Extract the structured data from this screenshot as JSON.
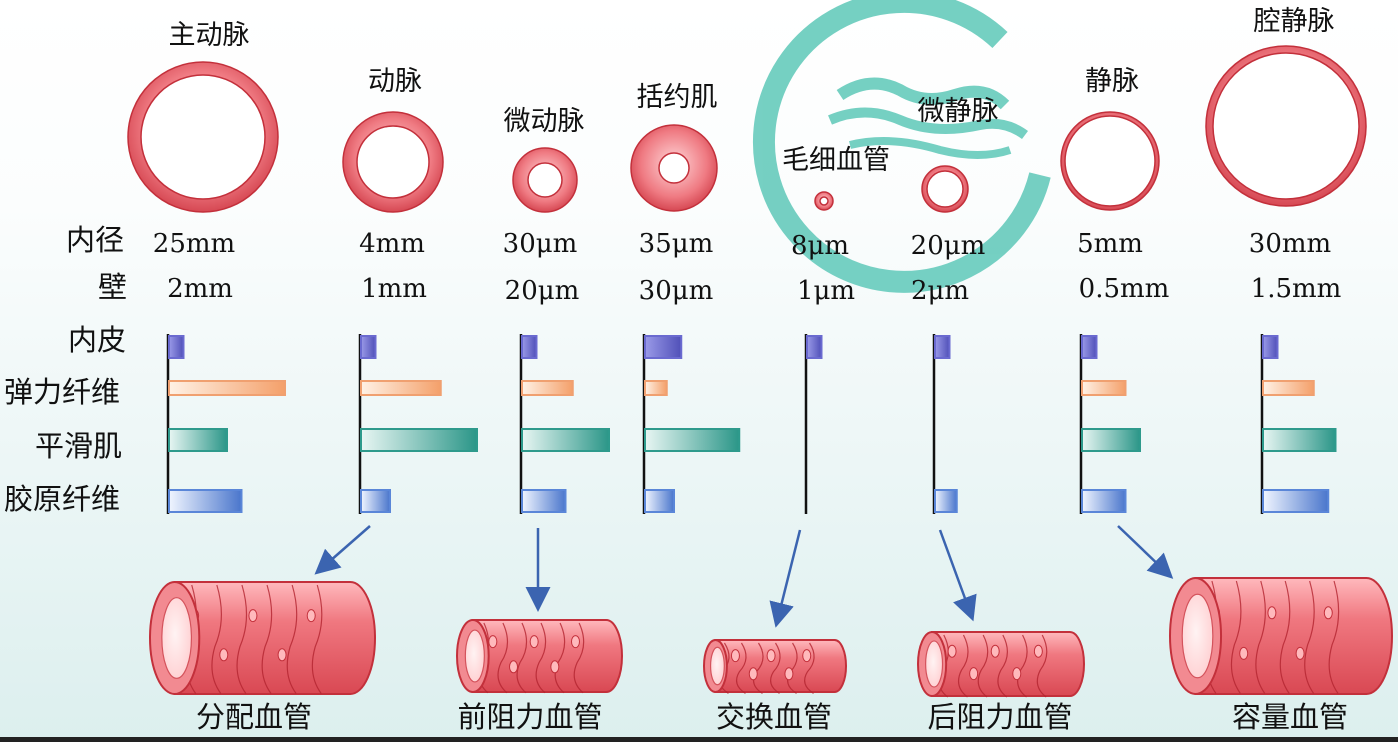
{
  "row_labels": {
    "diameter": "内径",
    "wall": "壁",
    "endothelium": "内皮",
    "elastic_fiber": "弹力纤维",
    "smooth_muscle": "平滑肌",
    "collagen_fiber": "胶原纤维"
  },
  "vessels": [
    {
      "name": "主动脉",
      "diameter": "25mm",
      "wall": "2mm",
      "relative_amounts": {
        "endothelium": 1,
        "elastic_fiber": 8,
        "smooth_muscle": 4,
        "collagen_fiber": 5
      }
    },
    {
      "name": "动脉",
      "diameter": "4mm",
      "wall": "1mm",
      "relative_amounts": {
        "endothelium": 1,
        "elastic_fiber": 5.5,
        "smooth_muscle": 8,
        "collagen_fiber": 2
      }
    },
    {
      "name": "微动脉",
      "diameter": "30μm",
      "wall": "20μm",
      "relative_amounts": {
        "endothelium": 1,
        "elastic_fiber": 3.5,
        "smooth_muscle": 6,
        "collagen_fiber": 3
      }
    },
    {
      "name": "括约肌",
      "diameter": "35μm",
      "wall": "30μm",
      "relative_amounts": {
        "endothelium": 2.5,
        "elastic_fiber": 1.5,
        "smooth_muscle": 6.5,
        "collagen_fiber": 2
      }
    },
    {
      "name": "毛细血管",
      "diameter": "8μm",
      "wall": "1μm",
      "relative_amounts": {
        "endothelium": 1,
        "elastic_fiber": 0,
        "smooth_muscle": 0,
        "collagen_fiber": 0
      }
    },
    {
      "name": "微静脉",
      "diameter": "20μm",
      "wall": "2μm",
      "relative_amounts": {
        "endothelium": 1,
        "elastic_fiber": 0,
        "smooth_muscle": 0,
        "collagen_fiber": 1.5
      }
    },
    {
      "name": "静脉",
      "diameter": "5mm",
      "wall": "0.5mm",
      "relative_amounts": {
        "endothelium": 1,
        "elastic_fiber": 3,
        "smooth_muscle": 4,
        "collagen_fiber": 3
      }
    },
    {
      "name": "腔静脉",
      "diameter": "30mm",
      "wall": "1.5mm",
      "relative_amounts": {
        "endothelium": 1,
        "elastic_fiber": 3.5,
        "smooth_muscle": 5,
        "collagen_fiber": 4.5
      }
    }
  ],
  "functional_groups": [
    {
      "name": "分配血管"
    },
    {
      "name": "前阻力血管"
    },
    {
      "name": "交换血管"
    },
    {
      "name": "后阻力血管"
    },
    {
      "name": "容量血管"
    }
  ],
  "colors": {
    "vessel_wall": "#e65f69",
    "vessel_outline": "#c3303b",
    "endothelium": "#6a6ad0",
    "elastic_fiber": "#f0a070",
    "smooth_muscle": "#2e9a8c",
    "collagen_fiber": "#5a86d8",
    "arrow": "#3b64b0",
    "watermark": "#5ec8b8"
  }
}
